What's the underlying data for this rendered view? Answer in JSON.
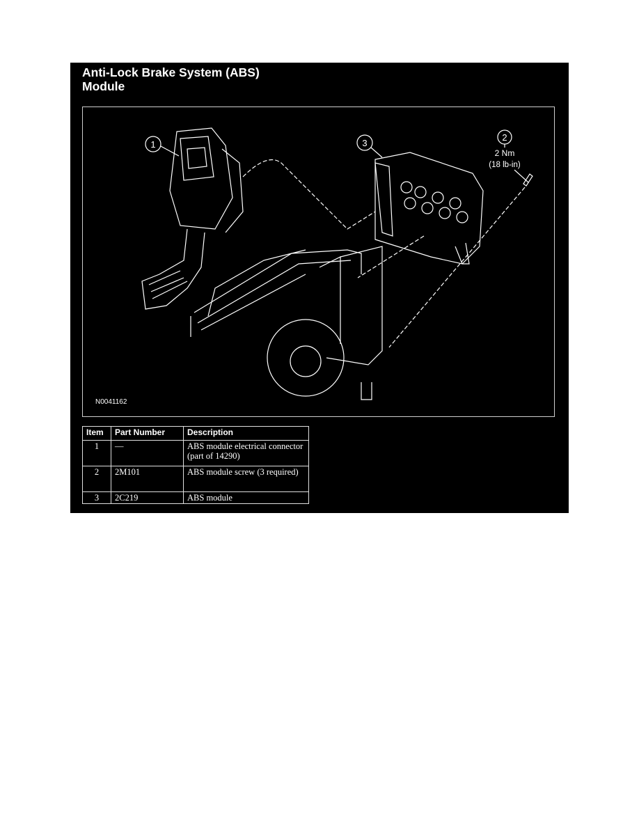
{
  "figure": {
    "title_line1": "Anti-Lock Brake System (ABS)",
    "title_line2": "Module",
    "callouts": [
      "1",
      "2",
      "3"
    ],
    "torque_value": "2 Nm",
    "torque_imperial": "(18 lb-in)",
    "illustration_code": "N0041162",
    "colors": {
      "background": "#000000",
      "lines": "#ffffff"
    }
  },
  "table": {
    "headers": [
      "Item",
      "Part Number",
      "Description"
    ],
    "rows": [
      {
        "item": "1",
        "part": "—",
        "description": "ABS module electrical connector (part of 14290)"
      },
      {
        "item": "2",
        "part": "2M101",
        "description": "ABS module screw (3 required)"
      },
      {
        "item": "3",
        "part": "2C219",
        "description": "ABS module"
      }
    ]
  }
}
